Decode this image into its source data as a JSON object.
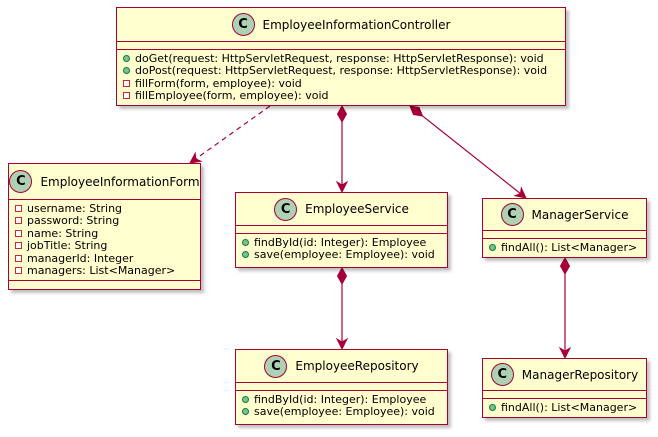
{
  "diagram": {
    "type": "uml-class-diagram",
    "colors": {
      "class_fill": "#FEFECE",
      "class_border": "#A80036",
      "badge_fill": "#ADD1B2",
      "edge": "#A80036",
      "public_icon": "#84BE84",
      "private_icon": "#C82930"
    },
    "classes": {
      "controller": {
        "badge": "C",
        "name": "EmployeeInformationController",
        "attributes": [],
        "operations": [
          {
            "visibility": "public",
            "text": "doGet(request: HttpServletRequest, response: HttpServletResponse): void"
          },
          {
            "visibility": "public",
            "text": "doPost(request: HttpServletRequest, response: HttpServletResponse): void"
          },
          {
            "visibility": "private",
            "text": "fillForm(form, employee): void"
          },
          {
            "visibility": "private",
            "text": "fillEmployee(form, employee): void"
          }
        ]
      },
      "form": {
        "badge": "C",
        "name": "EmployeeInformationForm",
        "attributes": [
          {
            "visibility": "private",
            "text": "username: String"
          },
          {
            "visibility": "private",
            "text": "password: String"
          },
          {
            "visibility": "private",
            "text": "name: String"
          },
          {
            "visibility": "private",
            "text": "jobTitle: String"
          },
          {
            "visibility": "private",
            "text": "managerId: Integer"
          },
          {
            "visibility": "private",
            "text": "managers: List<Manager>"
          }
        ],
        "operations": []
      },
      "employee_service": {
        "badge": "C",
        "name": "EmployeeService",
        "attributes": [],
        "operations": [
          {
            "visibility": "public",
            "text": "findById(id: Integer): Employee"
          },
          {
            "visibility": "public",
            "text": "save(employee: Employee): void"
          }
        ]
      },
      "manager_service": {
        "badge": "C",
        "name": "ManagerService",
        "attributes": [],
        "operations": [
          {
            "visibility": "public",
            "text": "findAll(): List<Manager>"
          }
        ]
      },
      "employee_repository": {
        "badge": "C",
        "name": "EmployeeRepository",
        "attributes": [],
        "operations": [
          {
            "visibility": "public",
            "text": "findById(id: Integer): Employee"
          },
          {
            "visibility": "public",
            "text": "save(employee: Employee): void"
          }
        ]
      },
      "manager_repository": {
        "badge": "C",
        "name": "ManagerRepository",
        "attributes": [],
        "operations": [
          {
            "visibility": "public",
            "text": "findAll(): List<Manager>"
          }
        ]
      }
    },
    "relations": [
      {
        "from": "controller",
        "to": "form",
        "kind": "dependency"
      },
      {
        "from": "controller",
        "to": "employee_service",
        "kind": "composition"
      },
      {
        "from": "controller",
        "to": "manager_service",
        "kind": "composition"
      },
      {
        "from": "employee_service",
        "to": "employee_repository",
        "kind": "composition"
      },
      {
        "from": "manager_service",
        "to": "manager_repository",
        "kind": "composition"
      }
    ]
  }
}
